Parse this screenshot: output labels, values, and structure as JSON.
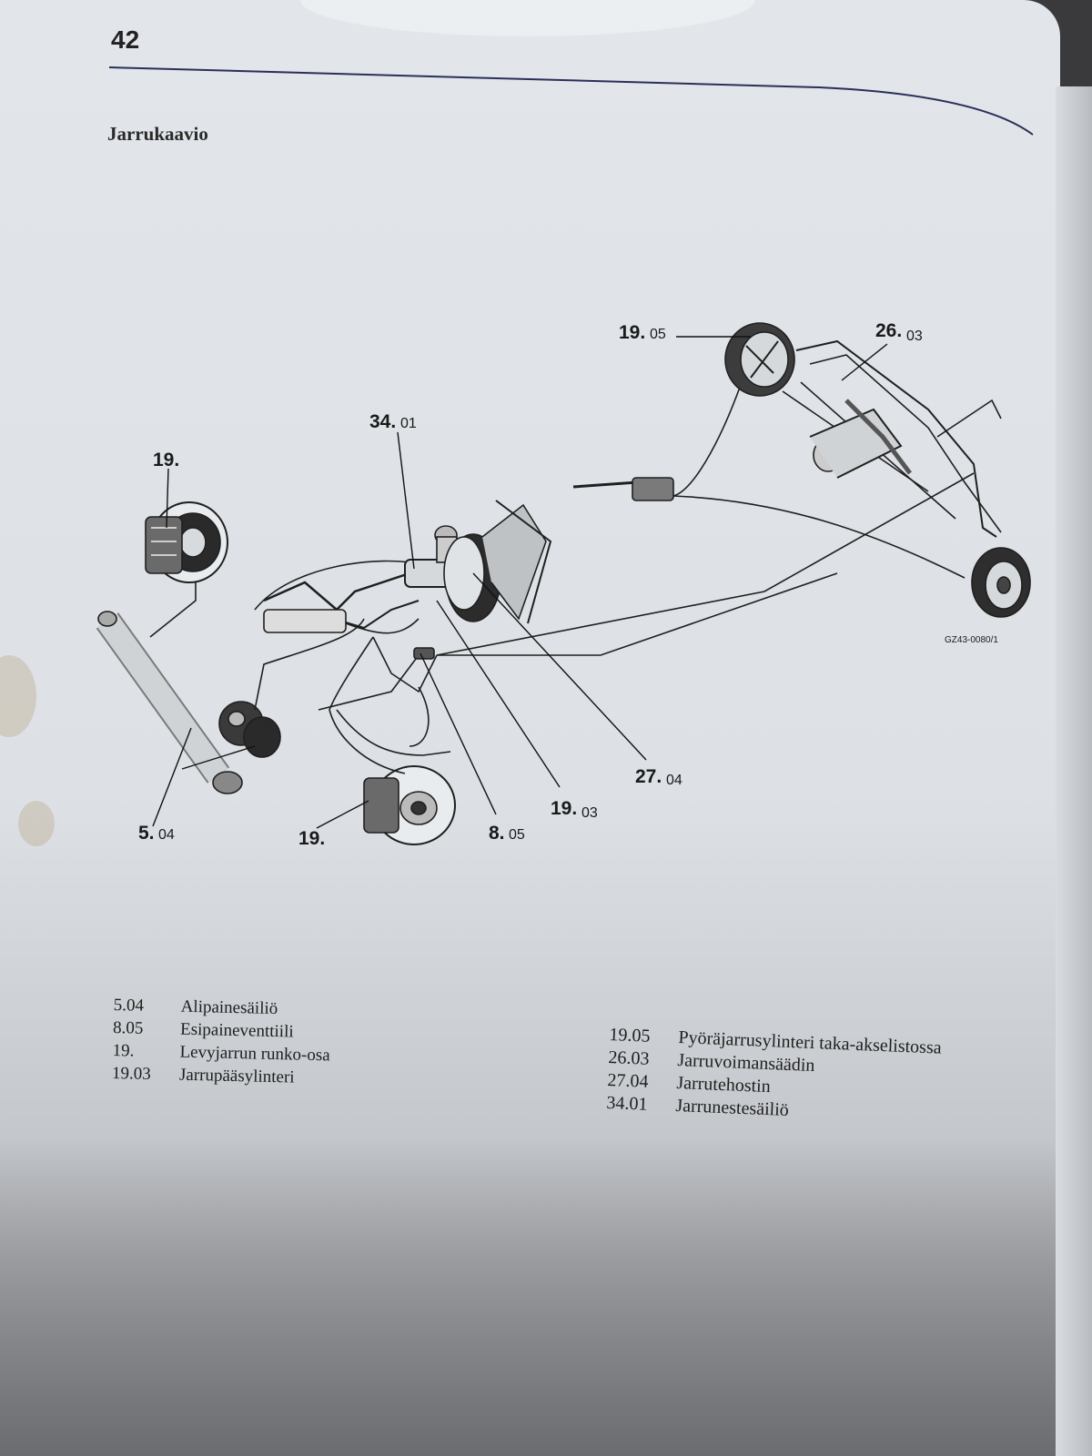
{
  "page": {
    "number": "42",
    "heading": "Jarrukaavio"
  },
  "figure": {
    "code": "GZ43-0080/1",
    "callouts": [
      {
        "main": "19.",
        "sub": ""
      },
      {
        "main": "34.",
        "sub": "01"
      },
      {
        "main": "19.",
        "sub": "05"
      },
      {
        "main": "26.",
        "sub": "03"
      },
      {
        "main": "27.",
        "sub": "04"
      },
      {
        "main": "19.",
        "sub": "03"
      },
      {
        "main": "8.",
        "sub": "05"
      },
      {
        "main": "19.",
        "sub": ""
      },
      {
        "main": "5.",
        "sub": "04"
      }
    ]
  },
  "legend": {
    "left": [
      {
        "code": "5.04",
        "label": "Alipainesäiliö"
      },
      {
        "code": "8.05",
        "label": "Esipaineventtiili"
      },
      {
        "code": "19.",
        "label": "Levyjarrun runko-osa"
      },
      {
        "code": "19.03",
        "label": "Jarrupääsylinteri"
      }
    ],
    "right": [
      {
        "code": "19.05",
        "label": "Pyöräjarrusylinteri taka-akselistossa"
      },
      {
        "code": "26.03",
        "label": "Jarruvoimansäädin"
      },
      {
        "code": "27.04",
        "label": "Jarrutehostin"
      },
      {
        "code": "34.01",
        "label": "Jarrunestesäiliö"
      }
    ]
  }
}
